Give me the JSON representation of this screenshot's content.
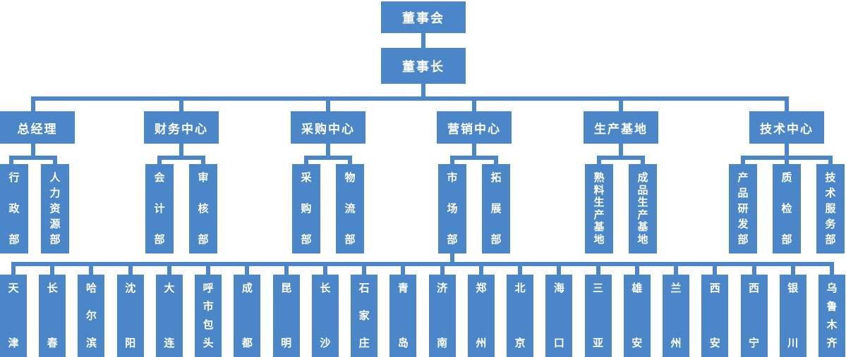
{
  "colors": {
    "node_fill": "#4a86c8",
    "node_text": "#ffffff",
    "connector": "#4a86c8",
    "background": "#ffffff"
  },
  "org": {
    "level1": {
      "label": "董事会"
    },
    "level2": {
      "label": "董事长"
    },
    "groups": [
      {
        "label": "总经理",
        "children": [
          "行政部",
          "人力资源部"
        ]
      },
      {
        "label": "财务中心",
        "children": [
          "会计部",
          "审核部"
        ]
      },
      {
        "label": "采购中心",
        "children": [
          "采购部",
          "物流部"
        ]
      },
      {
        "label": "营销中心",
        "children": [
          "市场部",
          "拓展部"
        ]
      },
      {
        "label": "生产基地",
        "children": [
          "熟料生产基地",
          "成品生产基地"
        ]
      },
      {
        "label": "技术中心",
        "children": [
          "产品研发部",
          "质检部",
          "技术服务部"
        ]
      }
    ],
    "cities_parent": "市场部",
    "cities": [
      "天津",
      "长春",
      "哈尔滨",
      "沈阳",
      "大连",
      "呼市包头",
      "成都",
      "昆明",
      "长沙",
      "石家庄",
      "青岛",
      "济南",
      "郑州",
      "北京",
      "海口",
      "三亚",
      "雄安",
      "兰州",
      "西安",
      "西宁",
      "银川",
      "乌鲁木齐"
    ]
  }
}
